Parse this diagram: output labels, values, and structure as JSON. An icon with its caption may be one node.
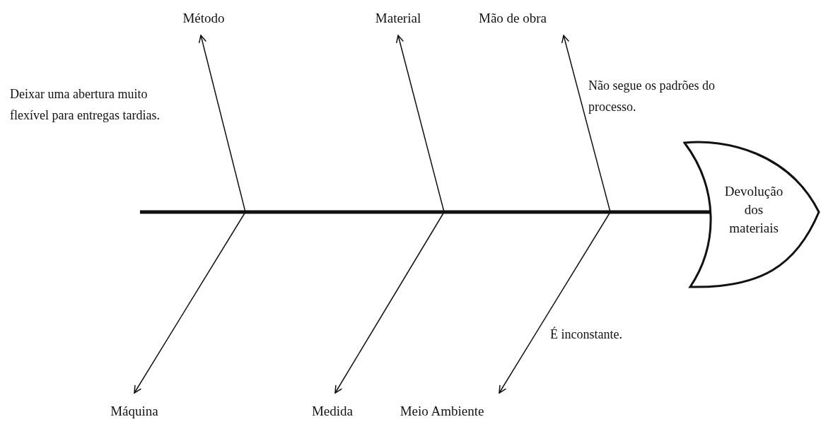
{
  "diagram": {
    "nodes": [
      {
        "text": [
          "Método"
        ]
      },
      {
        "text": [
          "Material"
        ]
      },
      {
        "text": [
          "Mão de obra"
        ]
      },
      {
        "text": [
          "Devolução dos materiais"
        ]
      },
      {
        "text": [
          "Máquina"
        ]
      },
      {
        "text": [
          "Medida"
        ]
      },
      {
        "text": [
          "Meio Ambiente"
        ]
      }
    ],
    "edges": [
      {
        "from": null,
        "to": 3,
        "arrow": "none",
        "style": "thick"
      },
      {
        "from": null,
        "to": 0,
        "arrow": "to"
      },
      {
        "from": null,
        "to": 1,
        "arrow": "to"
      },
      {
        "from": null,
        "to": 2,
        "arrow": "to"
      },
      {
        "from": null,
        "to": 4,
        "arrow": "to"
      },
      {
        "from": null,
        "to": 5,
        "arrow": "to"
      },
      {
        "from": null,
        "to": 6,
        "arrow": "to"
      }
    ],
    "labels": [
      "Deixar uma abertura muito flexível para entregas tardias.",
      "Não segue os padrões do processo.",
      "É inconstante."
    ]
  }
}
